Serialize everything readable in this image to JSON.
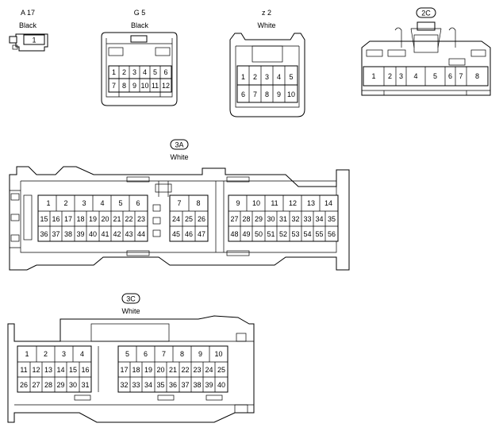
{
  "connectors": {
    "a17": {
      "code": "A 17",
      "color": "Black",
      "pins": [
        "1"
      ]
    },
    "g5": {
      "code": "G 5",
      "color": "Black",
      "pins": [
        "1",
        "2",
        "3",
        "4",
        "5",
        "6",
        "7",
        "8",
        "9",
        "10",
        "11",
        "12"
      ]
    },
    "z2": {
      "code": "z 2",
      "color": "White",
      "pins": [
        "1",
        "2",
        "3",
        "4",
        "5",
        "6",
        "7",
        "8",
        "9",
        "10"
      ]
    },
    "c2c": {
      "code": "2C",
      "color": "White",
      "pins": [
        "1",
        "2",
        "3",
        "4",
        "5",
        "6",
        "7",
        "8"
      ]
    },
    "c3a": {
      "code": "3A",
      "color": "White",
      "pins": [
        "1",
        "2",
        "3",
        "4",
        "5",
        "6",
        "7",
        "8",
        "9",
        "10",
        "11",
        "12",
        "13",
        "14",
        "15",
        "16",
        "17",
        "18",
        "19",
        "20",
        "21",
        "22",
        "23",
        "24",
        "25",
        "26",
        "27",
        "28",
        "29",
        "30",
        "31",
        "32",
        "33",
        "34",
        "35",
        "36",
        "37",
        "38",
        "39",
        "40",
        "41",
        "42",
        "43",
        "44",
        "45",
        "46",
        "47",
        "48",
        "49",
        "50",
        "51",
        "52",
        "53",
        "54",
        "55",
        "56"
      ]
    },
    "c3c": {
      "code": "3C",
      "color": "White",
      "pins": [
        "1",
        "2",
        "3",
        "4",
        "5",
        "6",
        "7",
        "8",
        "9",
        "10",
        "11",
        "12",
        "13",
        "14",
        "15",
        "16",
        "17",
        "18",
        "19",
        "20",
        "21",
        "22",
        "23",
        "24",
        "25",
        "26",
        "27",
        "28",
        "29",
        "30",
        "31",
        "32",
        "33",
        "34",
        "35",
        "36",
        "37",
        "38",
        "39",
        "40"
      ]
    }
  }
}
